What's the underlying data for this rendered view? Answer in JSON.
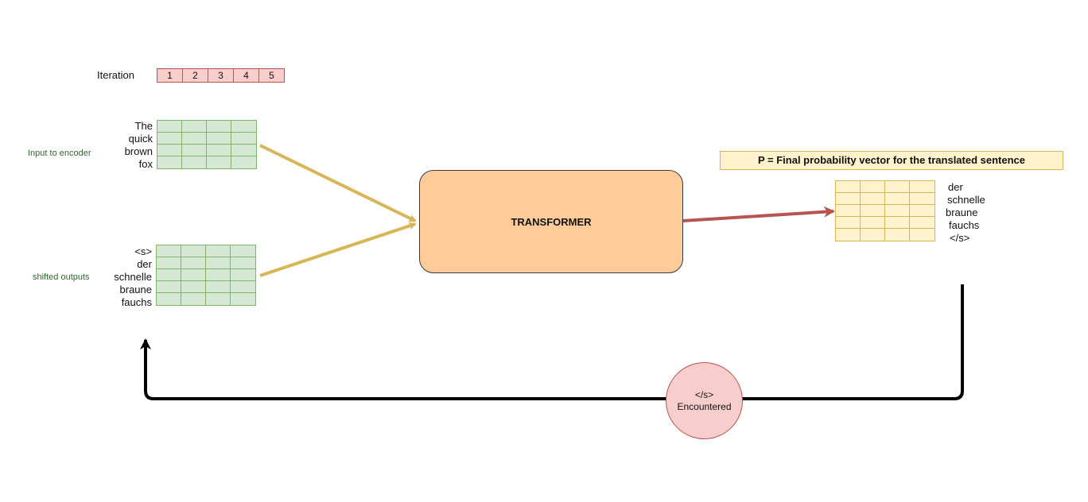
{
  "iteration": {
    "label": "Iteration",
    "steps": [
      "1",
      "2",
      "3",
      "4",
      "5"
    ]
  },
  "encoder": {
    "label": "Input to encoder",
    "words": [
      "The",
      "quick",
      "brown",
      "fox"
    ]
  },
  "decoder": {
    "label": "shifted outputs",
    "words": [
      "<s>",
      "der",
      "schnelle",
      "braune",
      "fauchs"
    ]
  },
  "transformer": {
    "label": "TRANSFORMER"
  },
  "output": {
    "banner": "P = Final probability vector for the translated sentence",
    "words": [
      "der",
      "schnelle",
      "braune",
      "fauchs",
      "</s>"
    ]
  },
  "stop": {
    "line1": "</s>",
    "line2": "Encountered"
  },
  "colors": {
    "encoder_arrow": "#d6b656",
    "output_arrow": "#b85450",
    "loop_arrow": "#000000"
  }
}
